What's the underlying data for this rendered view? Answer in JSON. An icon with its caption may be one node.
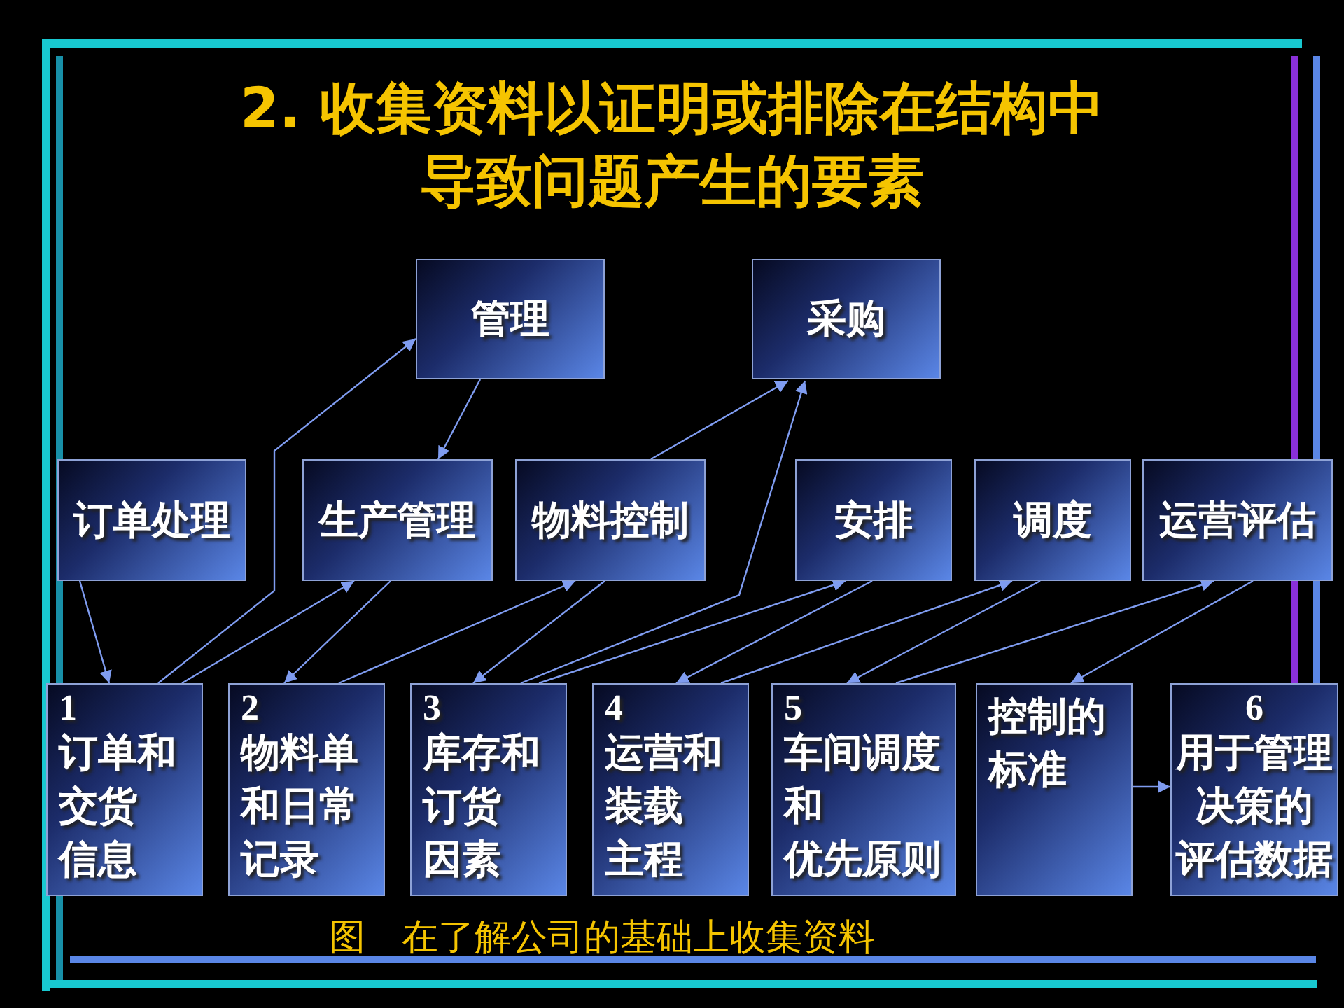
{
  "diagram": {
    "title": "2. 收集资料以证明或排除在结构中导致问题产生的要素",
    "nodes": [
      {
        "text": [
          "管理"
        ]
      },
      {
        "text": [
          "采购"
        ]
      },
      {
        "text": [
          "订单处理"
        ]
      },
      {
        "text": [
          "生产管理"
        ]
      },
      {
        "text": [
          "物料控制"
        ]
      },
      {
        "text": [
          "安排"
        ]
      },
      {
        "text": [
          "调度"
        ]
      },
      {
        "text": [
          "运营评估"
        ]
      },
      {
        "text": [
          "1",
          "订单和交货信息"
        ]
      },
      {
        "text": [
          "2",
          "物料单和日常记录"
        ]
      },
      {
        "text": [
          "3",
          "库存和订货因素"
        ]
      },
      {
        "text": [
          "4",
          "运营和装载主程"
        ]
      },
      {
        "text": [
          "5",
          "车间调度和优先原则"
        ]
      },
      {
        "text": [
          "控制的标准"
        ]
      },
      {
        "text": [
          "6",
          "用于管理决策的评估数据"
        ]
      }
    ],
    "edges": [
      {
        "from": 2,
        "to": 8,
        "arrow": "to"
      },
      {
        "from": 8,
        "to": 0,
        "arrow": "to"
      },
      {
        "from": 0,
        "to": 3,
        "arrow": "to"
      },
      {
        "from": 8,
        "to": 3,
        "arrow": "to"
      },
      {
        "from": 3,
        "to": 9,
        "arrow": "to"
      },
      {
        "from": 9,
        "to": 4,
        "arrow": "to"
      },
      {
        "from": 4,
        "to": 10,
        "arrow": "to"
      },
      {
        "from": 4,
        "to": 1,
        "arrow": "to"
      },
      {
        "from": 10,
        "to": 1,
        "arrow": "to"
      },
      {
        "from": 10,
        "to": 5,
        "arrow": "to"
      },
      {
        "from": 5,
        "to": 11,
        "arrow": "to"
      },
      {
        "from": 11,
        "to": 6,
        "arrow": "to"
      },
      {
        "from": 6,
        "to": 12,
        "arrow": "to"
      },
      {
        "from": 12,
        "to": 7,
        "arrow": "to"
      },
      {
        "from": 7,
        "to": 13,
        "arrow": "to"
      },
      {
        "from": 13,
        "to": 14,
        "arrow": "to"
      }
    ],
    "caption": "图　在了解公司的基础上收集资料"
  }
}
